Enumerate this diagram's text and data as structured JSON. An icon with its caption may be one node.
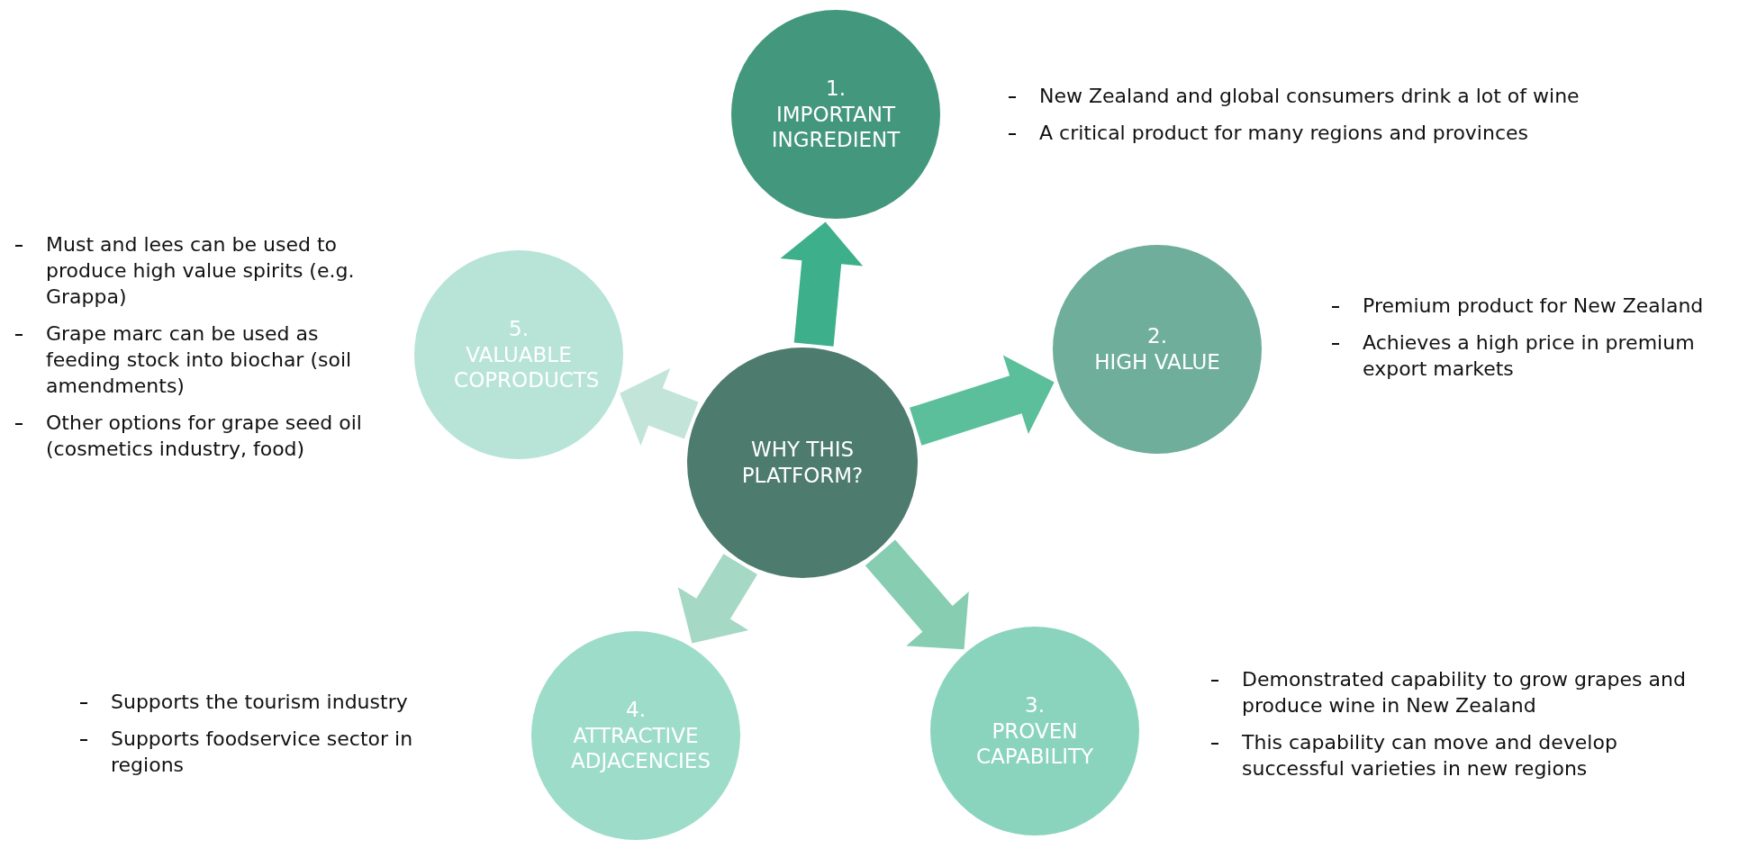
{
  "diagram": {
    "nodes": [
      {
        "text": [
          "1.",
          "IMPORTANT INGREDIENT"
        ],
        "beside": [
          "New Zealand and global consumers drink a lot of wine",
          "A critical product for many regions and provinces"
        ]
      },
      {
        "text": [
          "2.",
          "HIGH VALUE"
        ],
        "beside": [
          "Premium product for New Zealand",
          "Achieves a high price in premium export markets"
        ]
      },
      {
        "text": [
          "3.",
          "PROVEN CAPABILITY"
        ],
        "beside": [
          "Demonstrated capability to grow grapes and produce wine in New Zealand",
          "This capability can move and develop successful varieties in new regions"
        ]
      },
      {
        "text": [
          "4.",
          "ATTRACTIVE ADJACENCIES"
        ],
        "beside": [
          "Supports the tourism industry",
          "Supports foodservice sector in regions"
        ]
      },
      {
        "text": [
          "5.",
          "VALUABLE COPRODUCTS"
        ],
        "beside": [
          "Must and lees can be used to produce high value spirits (e.g. Grappa)",
          "Grape marc can be used as feeding stock into biochar (soil amendments)",
          "Other options for grape seed oil (cosmetics industry, food)"
        ]
      },
      {
        "text": [
          "WHY THIS PLATFORM?"
        ]
      }
    ],
    "edges": [
      {
        "from": 5,
        "to": 0,
        "arrow": "to",
        "color": "#3daf8a"
      },
      {
        "from": 5,
        "to": 1,
        "arrow": "to",
        "color": "#5bbf9b"
      },
      {
        "from": 5,
        "to": 2,
        "arrow": "to",
        "color": "#86cdb2"
      },
      {
        "from": 5,
        "to": 3,
        "arrow": "to",
        "color": "#a5d8c5"
      },
      {
        "from": 5,
        "to": 4,
        "arrow": "to",
        "color": "#c2e4d9"
      }
    ]
  }
}
